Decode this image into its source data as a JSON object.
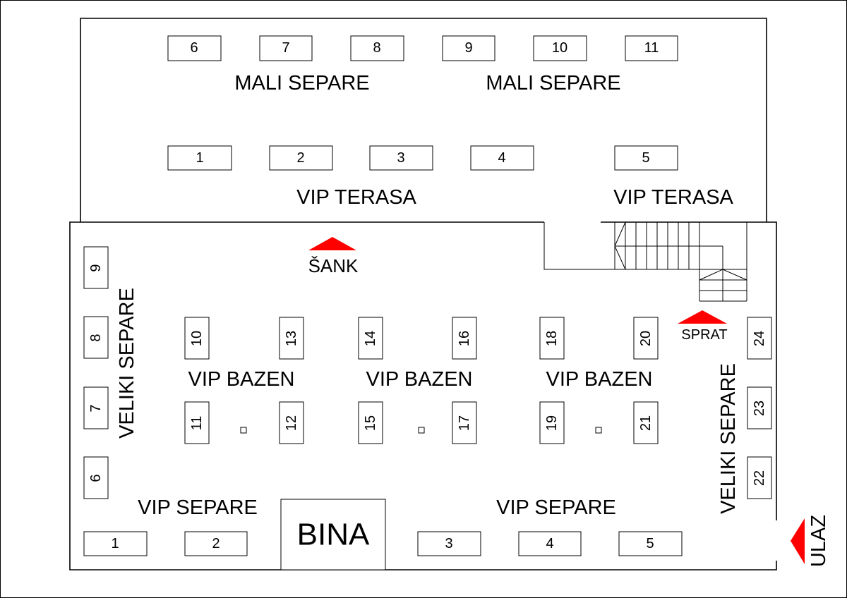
{
  "title": "Floor plan",
  "colors": {
    "marker": "#ff0000",
    "lines": "#000000"
  },
  "terrace": {
    "mali_separe_tables": [
      "6",
      "7",
      "8",
      "9",
      "10",
      "11"
    ],
    "mali_separe_labels": [
      "MALI SEPARE",
      "MALI SEPARE"
    ],
    "vip_terasa_tables": [
      "1",
      "2",
      "3",
      "4",
      "5"
    ],
    "vip_terasa_labels": [
      "VIP TERASA",
      "VIP TERASA"
    ]
  },
  "hall": {
    "bar_label": "ŠANK",
    "upstairs_label": "SPRAT",
    "entrance_label": "ULAZ",
    "stage_label": "BINA",
    "veliki_separe_left_tables": [
      "9",
      "8",
      "7",
      "6"
    ],
    "veliki_separe_right_tables": [
      "24",
      "23",
      "22"
    ],
    "veliki_separe_labels": [
      "VELIKI SEPARE",
      "VELIKI SEPARE"
    ],
    "vip_bazen_top_tables": [
      "10",
      "13",
      "14",
      "16",
      "18",
      "20"
    ],
    "vip_bazen_bottom_tables": [
      "11",
      "12",
      "15",
      "17",
      "19",
      "21"
    ],
    "vip_bazen_labels": [
      "VIP BAZEN",
      "VIP BAZEN",
      "VIP BAZEN"
    ],
    "vip_separe_tables": [
      "1",
      "2",
      "3",
      "4",
      "5"
    ],
    "vip_separe_labels": [
      "VIP SEPARE",
      "VIP SEPARE"
    ]
  }
}
